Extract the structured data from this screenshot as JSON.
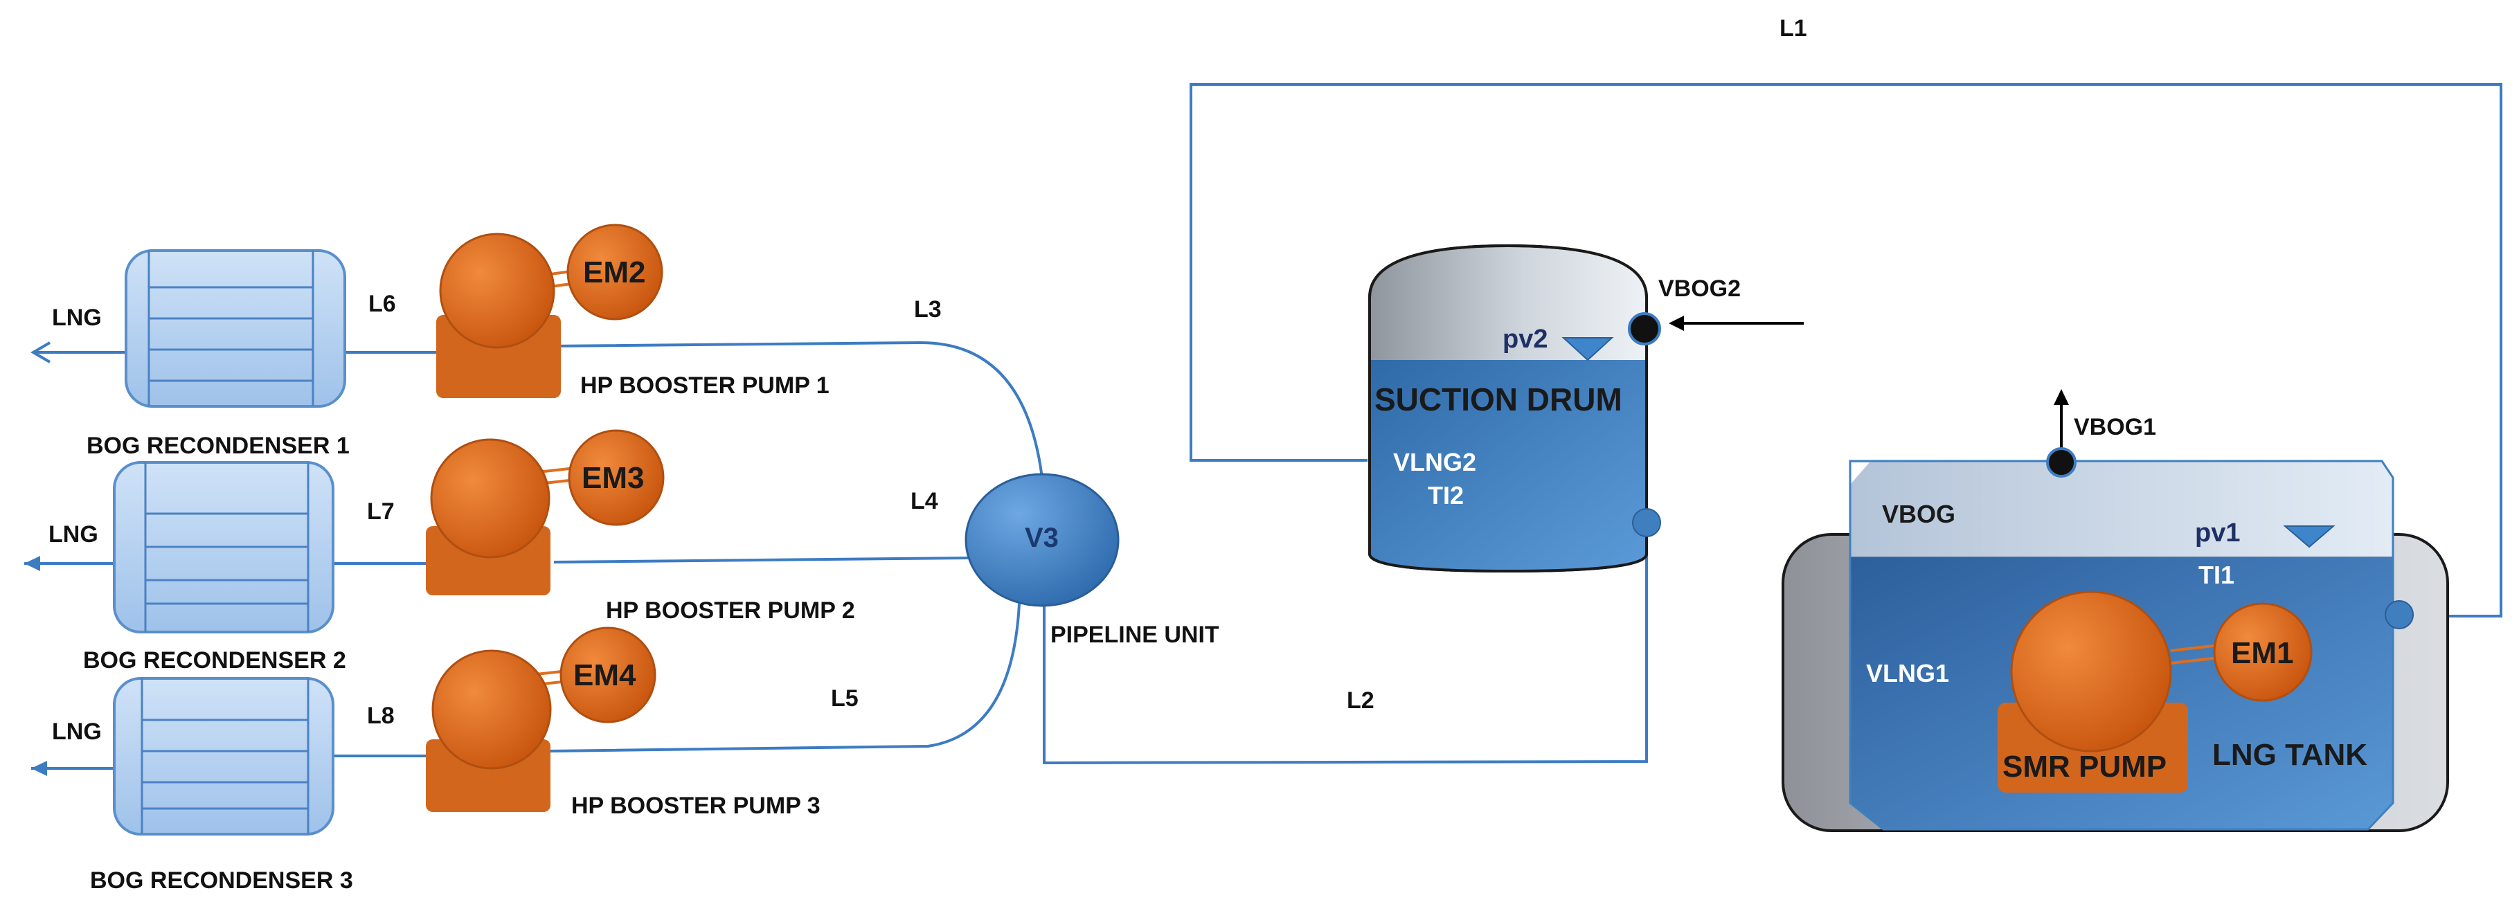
{
  "lines": {
    "l1": "L1",
    "l2": "L2",
    "l3": "L3",
    "l4": "L4",
    "l5": "L5",
    "l6": "L6",
    "l7": "L7",
    "l8": "L8"
  },
  "outlets": {
    "lng1": "LNG",
    "lng2": "LNG",
    "lng3": "LNG"
  },
  "recondensers": {
    "r1": "BOG RECONDENSER 1",
    "r2": "BOG RECONDENSER 2",
    "r3": "BOG RECONDENSER 3"
  },
  "booster_pumps": {
    "p1": "HP BOOSTER PUMP 1",
    "p2": "HP BOOSTER PUMP 2",
    "p3": "HP BOOSTER PUMP 3"
  },
  "motors": {
    "em1": "EM1",
    "em2": "EM2",
    "em3": "EM3",
    "em4": "EM4"
  },
  "pipeline": {
    "valve": "V3",
    "unit": "PIPELINE UNIT"
  },
  "suction_drum": {
    "title": "SUCTION DRUM",
    "pv": "pv2",
    "vlng": "VLNG2",
    "ti": "TI2",
    "vbog": "VBOG2"
  },
  "lng_tank": {
    "title": "LNG TANK",
    "pv": "pv1",
    "ti": "TI1",
    "vbog": "VBOG",
    "vbog_out": "VBOG1",
    "vlng": "VLNG1",
    "pump": "SMR PUMP"
  },
  "colors": {
    "pipe": "#3c7cc3",
    "pump_orange": "#e06d1e",
    "tank_blue": "#3f7fc0",
    "vessel_gray": "#a8adb4"
  }
}
